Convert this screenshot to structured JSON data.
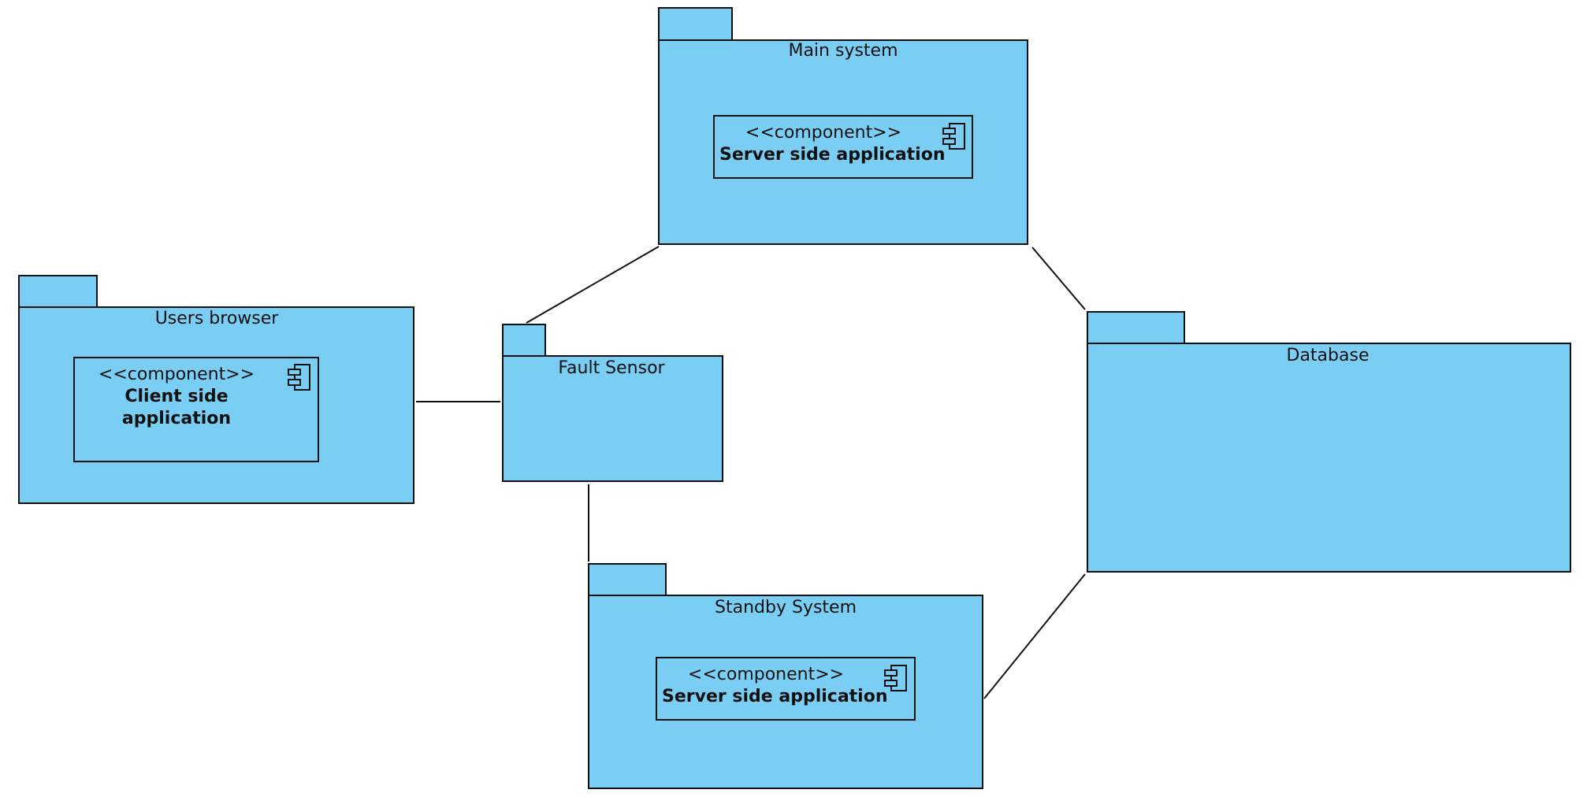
{
  "colors": {
    "package_fill": "#7ACEF4",
    "stroke": "#111111",
    "background": "#ffffff"
  },
  "packages": {
    "main_system": {
      "label": "Main system",
      "component": {
        "stereotype": "<<component>>",
        "name_lines": [
          "Server side application"
        ],
        "icon": "component-icon"
      }
    },
    "users_browser": {
      "label": "Users browser",
      "component": {
        "stereotype": "<<component>>",
        "name_lines": [
          "Client side",
          "application"
        ],
        "icon": "component-icon"
      }
    },
    "fault_sensor": {
      "label": "Fault Sensor"
    },
    "database": {
      "label": "Database"
    },
    "standby_system": {
      "label": "Standby System",
      "component": {
        "stereotype": "<<component>>",
        "name_lines": [
          "Server side application"
        ],
        "icon": "component-icon"
      }
    }
  },
  "connections": [
    {
      "from": "users_browser",
      "to": "fault_sensor"
    },
    {
      "from": "fault_sensor",
      "to": "main_system"
    },
    {
      "from": "fault_sensor",
      "to": "standby_system"
    },
    {
      "from": "main_system",
      "to": "database"
    },
    {
      "from": "standby_system",
      "to": "database"
    }
  ]
}
